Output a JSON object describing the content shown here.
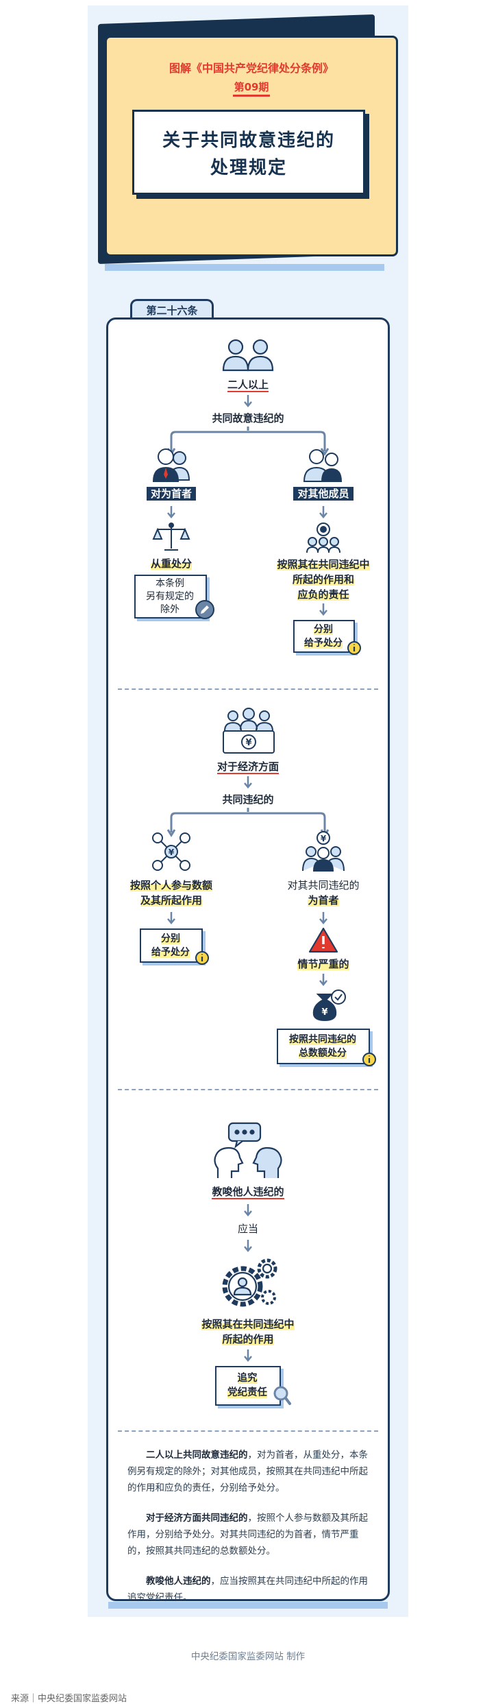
{
  "header": {
    "subtitle": "图解《中国共产党纪律处分条例》",
    "issue": "第09期",
    "title_line1": "关于共同故意违纪的",
    "title_line2": "处理规定"
  },
  "article": {
    "tab_label": "第二十六条"
  },
  "section1": {
    "top_label": "二人以上",
    "branch_label": "共同故意违纪的",
    "left_role": "对为首者",
    "left_action": "从重处分",
    "left_note": [
      "本条例",
      "另有规定的",
      "除外"
    ],
    "right_role": "对其他成员",
    "right_action": [
      "按照其在共同违纪中",
      "所起的作用和",
      "应负的责任"
    ],
    "right_result": [
      "分别",
      "给予处分"
    ]
  },
  "section2": {
    "top_label": "对于经济方面",
    "branch_label": "共同违纪的",
    "left_action": [
      "按照个人参与数额",
      "及其所起作用"
    ],
    "left_result": [
      "分别",
      "给予处分"
    ],
    "right_role_line1": "对其共同违纪的",
    "right_role_line2": "为首者",
    "right_condition": "情节严重的",
    "right_result": [
      "按照共同违纪的",
      "总数额处分"
    ]
  },
  "section3": {
    "top_label": "教唆他人违纪的",
    "should": "应当",
    "action": [
      "按照其在共同违纪中",
      "所起的作用"
    ],
    "result": [
      "追究",
      "党纪责任"
    ]
  },
  "summary": {
    "p1_bold": "二人以上共同故意违纪的",
    "p1_text": "，对为首者，从重处分，本条例另有规定的除外；对其他成员，按照其在共同违纪中所起的作用和应负的责任，分别给予处分。",
    "p2_bold": "对于经济方面共同违纪的",
    "p2_text": "，按照个人参与数额及其所起作用，分别给予处分。对其共同违纪的为首者，情节严重的，按照其共同违纪的总数额处分。",
    "p3_bold": "教唆他人违纪的",
    "p3_text": "，应当按照其在共同违纪中所起的作用追究党纪责任。"
  },
  "credit": "中央纪委国家监委网站 制作",
  "source": "来源｜中央纪委国家监委网站",
  "colors": {
    "navy": "#1e3a5c",
    "accent_red": "#e23a2f",
    "header_yellow": "#fde1a2",
    "highlight": "#fff29a",
    "light_blue": "#a8c9ee",
    "poster_bg": "#eaf3fc"
  }
}
